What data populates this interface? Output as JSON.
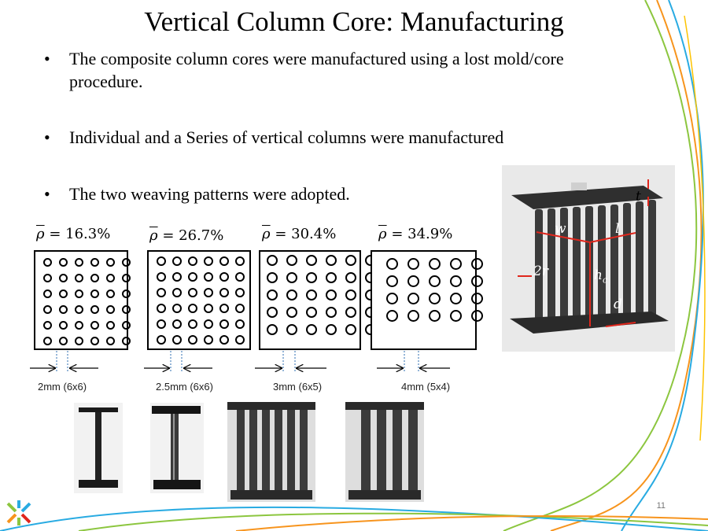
{
  "title": "Vertical Column Core: Manufacturing",
  "bullets": [
    {
      "symbol": "•",
      "text": "The composite column cores were manufactured using a lost mold/core"
    },
    {
      "symbol": "",
      "text": "procedure."
    },
    {
      "symbol": "•",
      "text": "Individual and a Series of vertical columns were manufactured"
    },
    {
      "symbol": "•",
      "text": "The two weaving patterns were adopted."
    }
  ],
  "densities": [
    {
      "rho": "ρ",
      "eq": " = 16.3%",
      "grid": "6x6",
      "dimension": "2mm (6x6)"
    },
    {
      "rho": "ρ",
      "eq": " = 26.7%",
      "grid": "6x6",
      "dimension": "2.5mm (6x6)"
    },
    {
      "rho": "ρ",
      "eq": " = 30.4%",
      "grid": "6x5",
      "dimension": "3mm (6x5)"
    },
    {
      "rho": "ρ",
      "eq": " = 34.9%",
      "grid": "5x4",
      "dimension": "4mm (5x4)"
    }
  ],
  "photo_labels": {
    "w": "w",
    "l": "l",
    "t": "t",
    "r": "2r",
    "h": "h",
    "hsub": "c",
    "d": "d"
  },
  "page_number": "11",
  "colors": {
    "accent_green": "#8cc63f",
    "accent_orange": "#f7941d",
    "accent_blue": "#29abe2",
    "accent_red": "#e0261c"
  }
}
